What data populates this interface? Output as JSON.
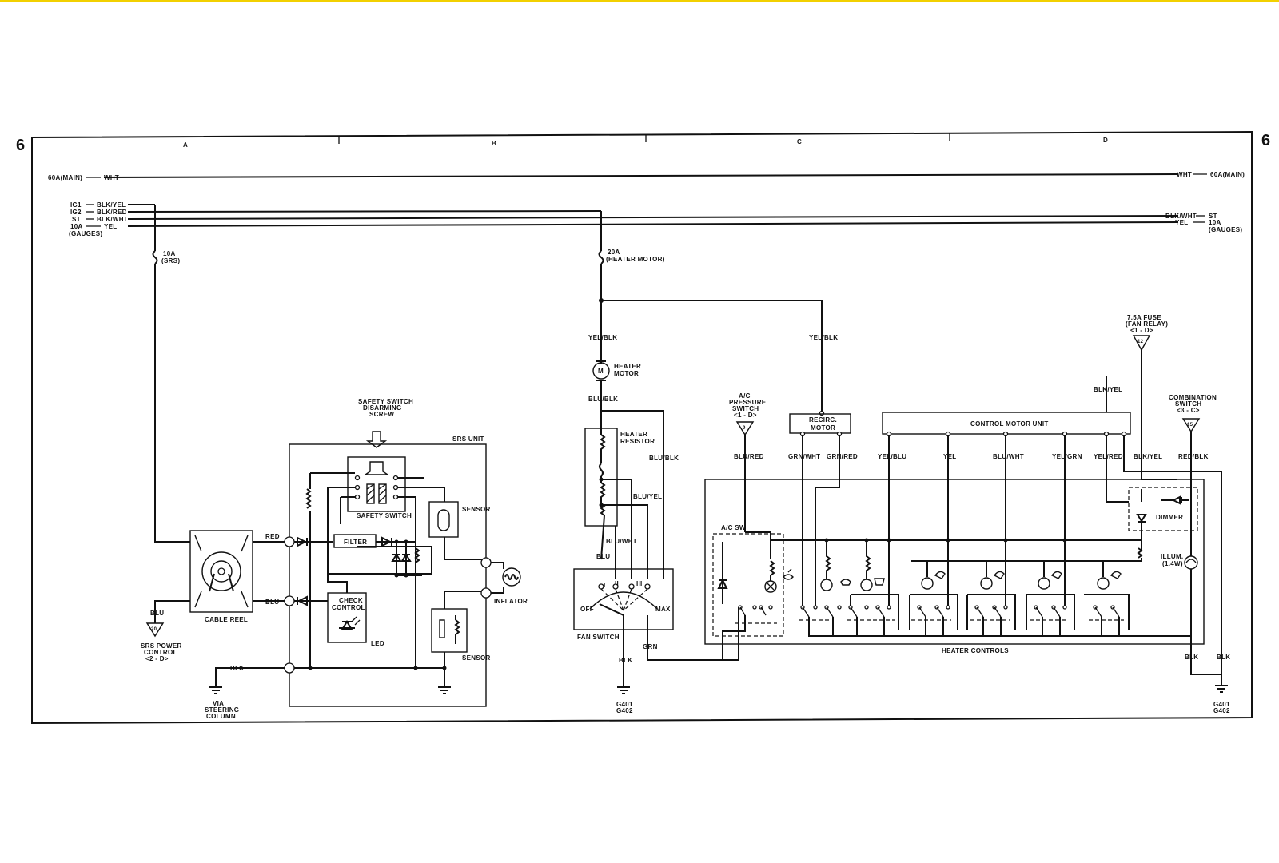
{
  "page": {
    "number_left": "6",
    "number_right": "6"
  },
  "columns": [
    "A",
    "B",
    "C",
    "D"
  ],
  "rails": {
    "main_left": "60A(MAIN)",
    "main_wire": "WHT",
    "main_right": "60A(MAIN)",
    "main_wire_right": "WHT",
    "ig1": "IG1",
    "ig1_wire": "BLK/YEL",
    "ig2": "IG2",
    "ig2_wire": "BLK/RED",
    "st": "ST",
    "st_wire": "BLK/WHT",
    "f10": "10A",
    "f10_wire": "YEL",
    "gauges": "(GAUGES)",
    "st_right": "ST",
    "st_wire_right": "BLK/WHT",
    "f10_right": "10A",
    "f10_wire_right": "YEL",
    "gauges_right": "(GAUGES)"
  },
  "fuses": {
    "srs_amp": "10A",
    "srs_name": "(SRS)",
    "heater_amp": "20A",
    "heater_name": "(HEATER MOTOR)",
    "fanrelay_l1": "7.5A FUSE",
    "fanrelay_l2": "(FAN RELAY)",
    "fanrelay_ref": "<1 - D>"
  },
  "srs": {
    "unit": "SRS UNIT",
    "disarm_l1": "SAFETY SWITCH",
    "disarm_l2": "DISARMING",
    "disarm_l3": "SCREW",
    "safety_switch": "SAFETY SWITCH",
    "sensor_top": "SENSOR",
    "sensor_bottom": "SENSOR",
    "filter": "FILTER",
    "check_l1": "CHECK",
    "check_l2": "CONTROL",
    "led": "LED",
    "inflator": "INFLATOR",
    "cable_reel": "CABLE REEL",
    "wire_red": "RED",
    "wire_blu": "BLU",
    "wire_blk": "BLK",
    "wire_blu_down": "BLU",
    "power_ctrl_num": "20",
    "power_l1": "SRS POWER",
    "power_l2": "CONTROL",
    "power_ref": "<2 - D>",
    "via_l1": "VIA",
    "via_l2": "STEERING",
    "via_l3": "COLUMN"
  },
  "blower": {
    "yelblk": "YEL/BLK",
    "motor_symbol": "M",
    "motor_l1": "HEATER",
    "motor_l2": "MOTOR",
    "blublk_top": "BLU/BLK",
    "resistor_l1": "HEATER",
    "resistor_l2": "RESISTOR",
    "blublk_side": "BLU/BLK",
    "bluyel": "BLU/YEL",
    "bluwht": "BLU/WHT",
    "blu": "BLU",
    "fan_switch": "FAN SWITCH",
    "pos_i": "I",
    "pos_ii": "II",
    "pos_iii": "III",
    "off": "OFF",
    "max": "MAX",
    "blk": "BLK",
    "grn": "GRN",
    "g401": "G401",
    "g402": "G402"
  },
  "hvac": {
    "ac_l1": "A/C",
    "ac_l2": "PRESSURE",
    "ac_l3": "SWITCH",
    "ac_ref": "<1 - D>",
    "ac_num": "9",
    "blured": "BLU/RED",
    "yelblk": "YEL/BLK",
    "recirc_l1": "RECIRC.",
    "recirc_l2": "MOTOR",
    "control_motor_unit": "CONTROL MOTOR UNIT",
    "grnwht": "GRN/WHT",
    "grnred": "GRN/RED",
    "cmu_wires": [
      "YEL/BLU",
      "YEL",
      "BLU/WHT",
      "YEL/GRN",
      "YEL/RED",
      "BLK/YEL"
    ],
    "blkyel_top": "BLK/YEL",
    "fanrelay_num": "12",
    "comb_l1": "COMBINATION",
    "comb_l2": "SWITCH",
    "comb_ref": "<3 - C>",
    "comb_num": "15",
    "redblk": "RED/BLK",
    "ac_sw": "A/C SW",
    "dimmer": "DIMMER",
    "illum_l1": "ILLUM.",
    "illum_l2": "(1.4W)",
    "heater_controls": "HEATER CONTROLS",
    "blk_1": "BLK",
    "blk_2": "BLK",
    "g401": "G401",
    "g402": "G402"
  },
  "icons": [
    "fuse-icon",
    "diode-icon",
    "motor-icon",
    "resistor-icon",
    "bulb-icon",
    "ground-icon",
    "connector-triangle-icon"
  ]
}
